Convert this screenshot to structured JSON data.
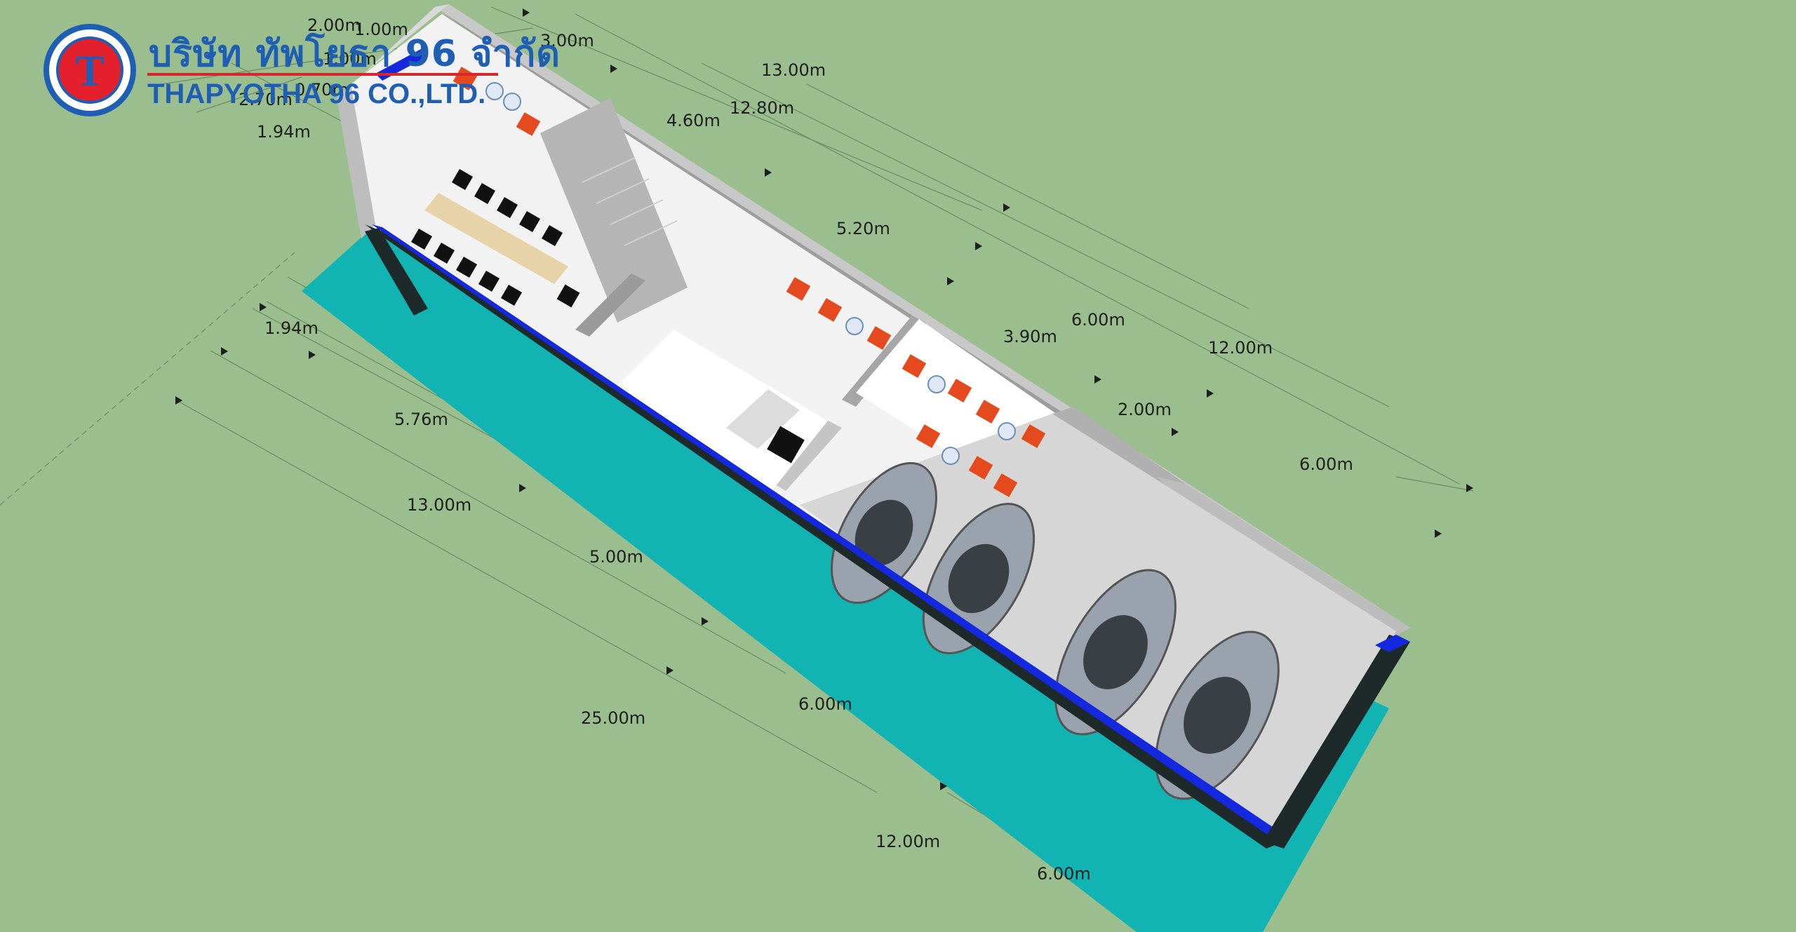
{
  "logo": {
    "letter": "T",
    "name_th": "บริษัท ทัพโยธา 96 จำกัด",
    "name_en": "THAPYOTHA 96 CO.,LTD.",
    "colors": {
      "blue": "#1f5fb3",
      "red": "#e3202b",
      "ring": "#1f5fb3"
    }
  },
  "colors": {
    "ground": "#9bbe8e",
    "lot": "#12b3b3",
    "floor": "#ffffff",
    "wall": "#a9a9a9",
    "glass": "#1e2a2a",
    "accent": "#1428e0",
    "chair": "#e44a1d",
    "car": "#9aa3ad"
  },
  "dimensions": {
    "d1": "2.00m",
    "d2": "1.00m",
    "d3": "1.00m",
    "d4": "0.70m",
    "d5": "2.70m",
    "d6": "1.94m",
    "d7": "3.00m",
    "d8": "13.00m",
    "d9": "4.60m",
    "d10": "12.80m",
    "d11": "5.20m",
    "d12": "3.90m",
    "d13": "6.00m",
    "d14": "12.00m",
    "d15": "2.00m",
    "d16": "6.00m",
    "d17": "1.94m",
    "d18": "5.76m",
    "d19": "13.00m",
    "d20": "5.00m",
    "d21": "25.00m",
    "d22": "6.00m",
    "d23": "12.00m",
    "d24": "6.00m"
  }
}
